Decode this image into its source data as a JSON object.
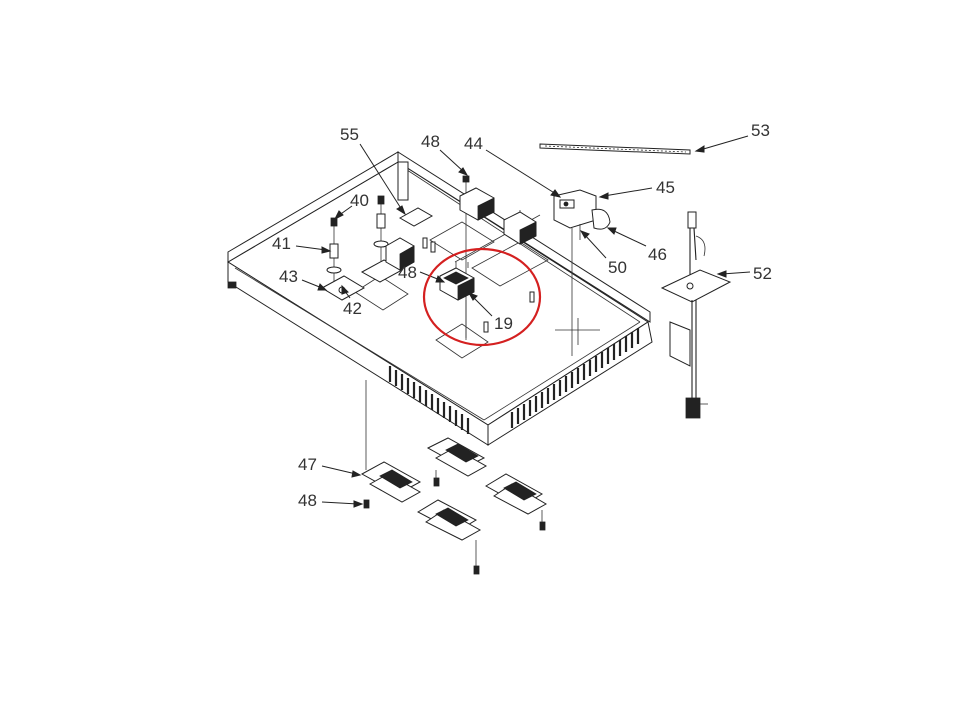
{
  "diagram": {
    "callouts": {
      "c53": "53",
      "c45": "45",
      "c44": "44",
      "c48_top": "48",
      "c55": "55",
      "c40": "40",
      "c41": "41",
      "c43": "43",
      "c42": "42",
      "c48_mid": "48",
      "c19": "19",
      "c50": "50",
      "c46": "46",
      "c52": "52",
      "c47": "47",
      "c48_bottom": "48"
    },
    "highlight_color": "#d42020",
    "line_color": "#222222"
  }
}
